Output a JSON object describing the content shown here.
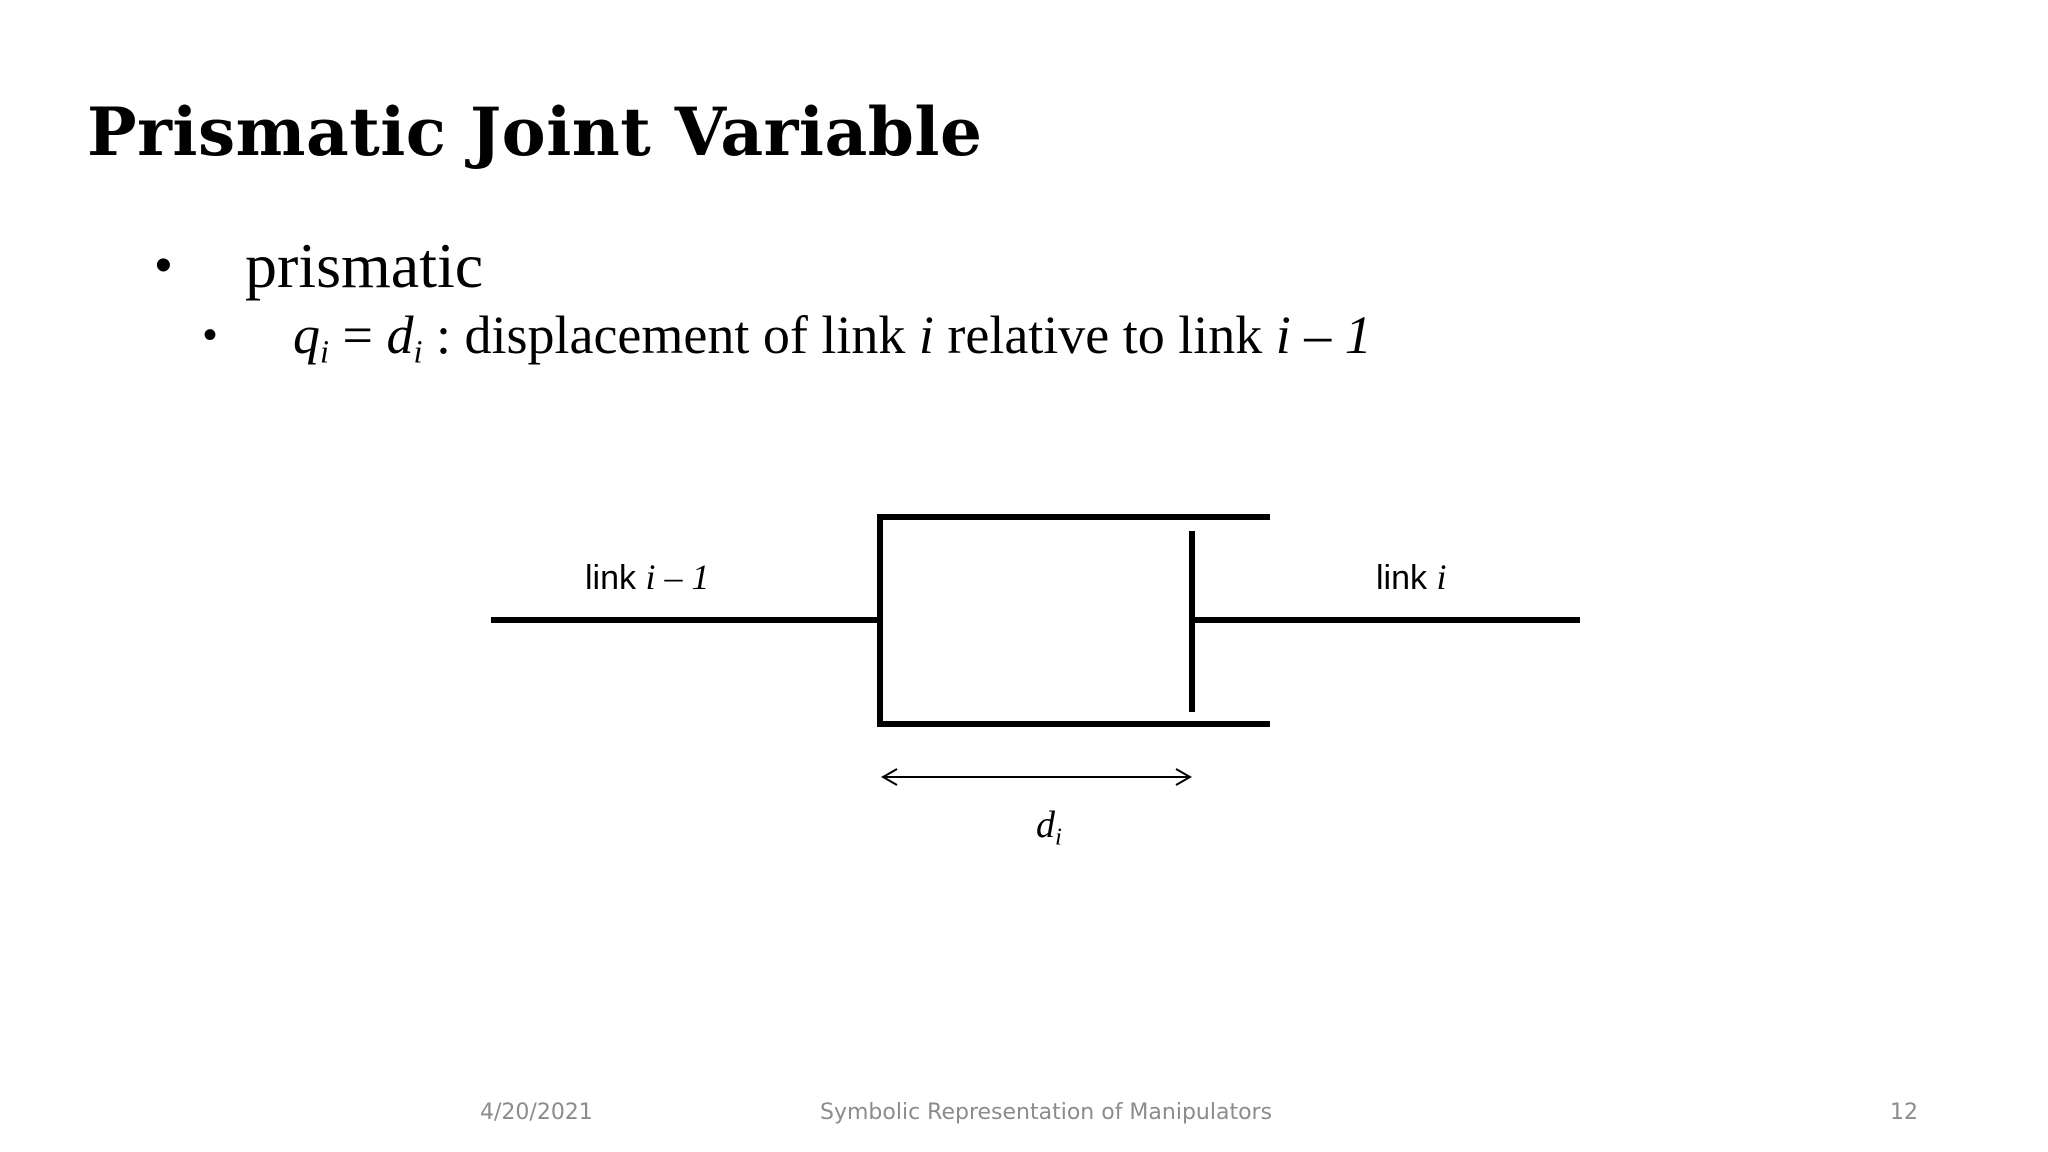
{
  "slide": {
    "title": "Prismatic Joint Variable",
    "bullet_level1": {
      "marker": "•",
      "text": "prismatic"
    },
    "bullet_level2": {
      "marker": "•",
      "q": "q",
      "q_sub": "i",
      "eq": " = ",
      "d": "d",
      "d_sub": "i",
      "desc1": " : displacement of link ",
      "i": "i",
      "desc2": " relative to link ",
      "i_minus_1": "i – 1"
    }
  },
  "diagram": {
    "left_link_prefix": "link ",
    "left_link_var": "i – 1",
    "right_link_prefix": "link ",
    "right_link_var": "i",
    "displacement_symbol": "d",
    "displacement_sub": "i"
  },
  "footer": {
    "date": "4/20/2021",
    "center_text": "Symbolic Representation of Manipulators",
    "page_number": "12"
  }
}
